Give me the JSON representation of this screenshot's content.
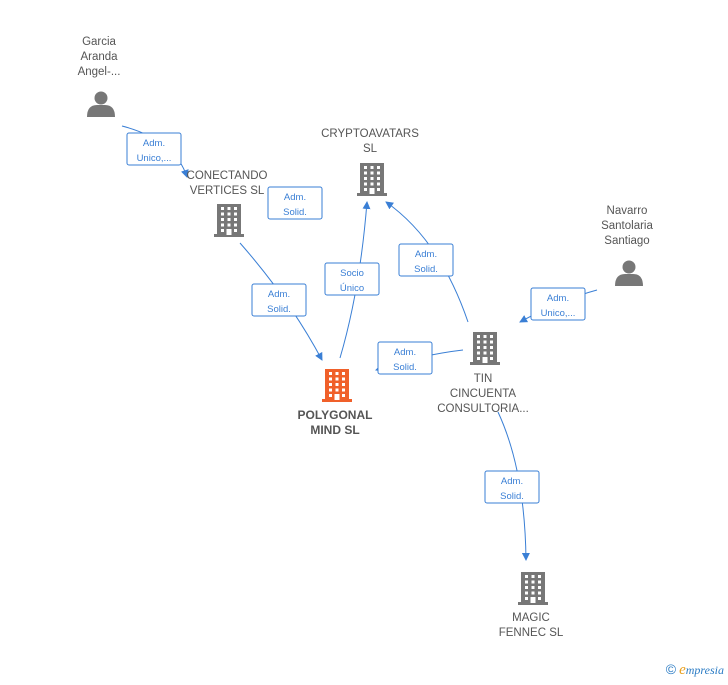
{
  "colors": {
    "edge": "#3a7fd5",
    "company": "#777777",
    "focus": "#f0602a",
    "person": "#777777"
  },
  "nodes": [
    {
      "id": "garcia",
      "kind": "person",
      "lines": [
        "Garcia",
        "Aranda",
        "Angel-..."
      ]
    },
    {
      "id": "conectando",
      "kind": "company",
      "lines": [
        "CONECTANDO",
        "VERTICES  SL"
      ]
    },
    {
      "id": "crypto",
      "kind": "company",
      "lines": [
        "CRYPTOAVATARS",
        "SL"
      ]
    },
    {
      "id": "navarro",
      "kind": "person",
      "lines": [
        "Navarro",
        "Santolaria",
        "Santiago"
      ]
    },
    {
      "id": "tin",
      "kind": "company",
      "lines": [
        "TIN",
        "CINCUENTA",
        "CONSULTORIA..."
      ]
    },
    {
      "id": "polygonal",
      "kind": "focus",
      "lines": [
        "POLYGONAL",
        "MIND  SL"
      ]
    },
    {
      "id": "magic",
      "kind": "company",
      "lines": [
        "MAGIC",
        "FENNEC  SL"
      ]
    }
  ],
  "edges": [
    {
      "id": "garcia-conectando",
      "label": [
        "Adm.",
        "Unico,..."
      ]
    },
    {
      "id": "conectando-crypto",
      "label": [
        "Adm.",
        "Solid."
      ]
    },
    {
      "id": "conectando-polygonal",
      "label": [
        "Adm.",
        "Solid."
      ]
    },
    {
      "id": "polygonal-crypto",
      "label": [
        "Socio",
        "Único"
      ]
    },
    {
      "id": "tin-crypto",
      "label": [
        "Adm.",
        "Solid."
      ]
    },
    {
      "id": "navarro-tin",
      "label": [
        "Adm.",
        "Unico,..."
      ]
    },
    {
      "id": "tin-polygonal",
      "label": [
        "Adm.",
        "Solid."
      ]
    },
    {
      "id": "tin-magic",
      "label": [
        "Adm.",
        "Solid."
      ]
    }
  ],
  "footer": {
    "copyright": "©",
    "brand_initial": "e",
    "brand_rest": "mpresia"
  }
}
